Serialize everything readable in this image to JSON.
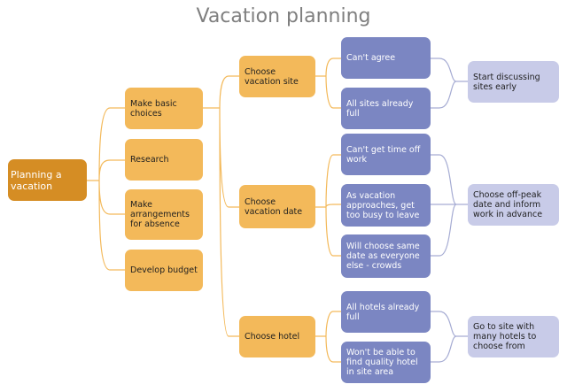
{
  "title": "Vacation planning",
  "root": "Planning a vacation",
  "level1": [
    "Make basic choices",
    "Research",
    "Make arrangements for absence",
    "Develop budget"
  ],
  "level2": [
    "Choose vacation site",
    "Choose vacation date",
    "Choose hotel"
  ],
  "level3": [
    "Can't agree",
    "All sites already full",
    "Can't get time off work",
    "As vacation approaches, get too busy to leave",
    "Will choose same date as everyone else - crowds",
    "All hotels already full",
    "Won't be able to find quality hotel in site area"
  ],
  "level4": [
    "Start discussing sites early",
    "Choose off-peak date and inform work in advance",
    "Go to site with many hotels to choose from"
  ],
  "colors": {
    "root": "#d58d24",
    "level1": "#f3b95a",
    "level2": "#f3b95a",
    "level3": "#7b86c2",
    "level4": "#c8cbe8",
    "connector_orange": "#f3b95a",
    "connector_blue": "#a6acd3"
  }
}
